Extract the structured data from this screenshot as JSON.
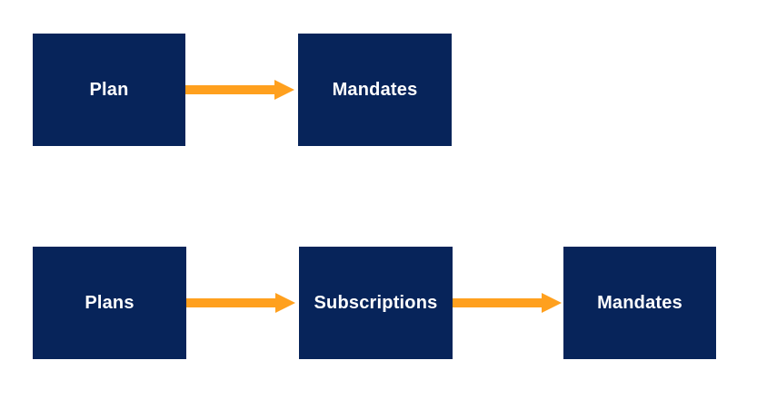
{
  "diagram": {
    "colors": {
      "background": "#ffffff",
      "node_fill": "#07245A",
      "node_text": "#ffffff",
      "arrow": "#FFA01E"
    },
    "rows": [
      {
        "name": "top",
        "nodes": [
          {
            "label": "Plan"
          },
          {
            "label": "Mandates"
          }
        ]
      },
      {
        "name": "bottom",
        "nodes": [
          {
            "label": "Plans"
          },
          {
            "label": "Subscriptions"
          },
          {
            "label": "Mandates"
          }
        ]
      }
    ],
    "connections": [
      {
        "from": "Plan",
        "to": "Mandates"
      },
      {
        "from": "Plans",
        "to": "Subscriptions"
      },
      {
        "from": "Subscriptions",
        "to": "Mandates"
      }
    ]
  }
}
